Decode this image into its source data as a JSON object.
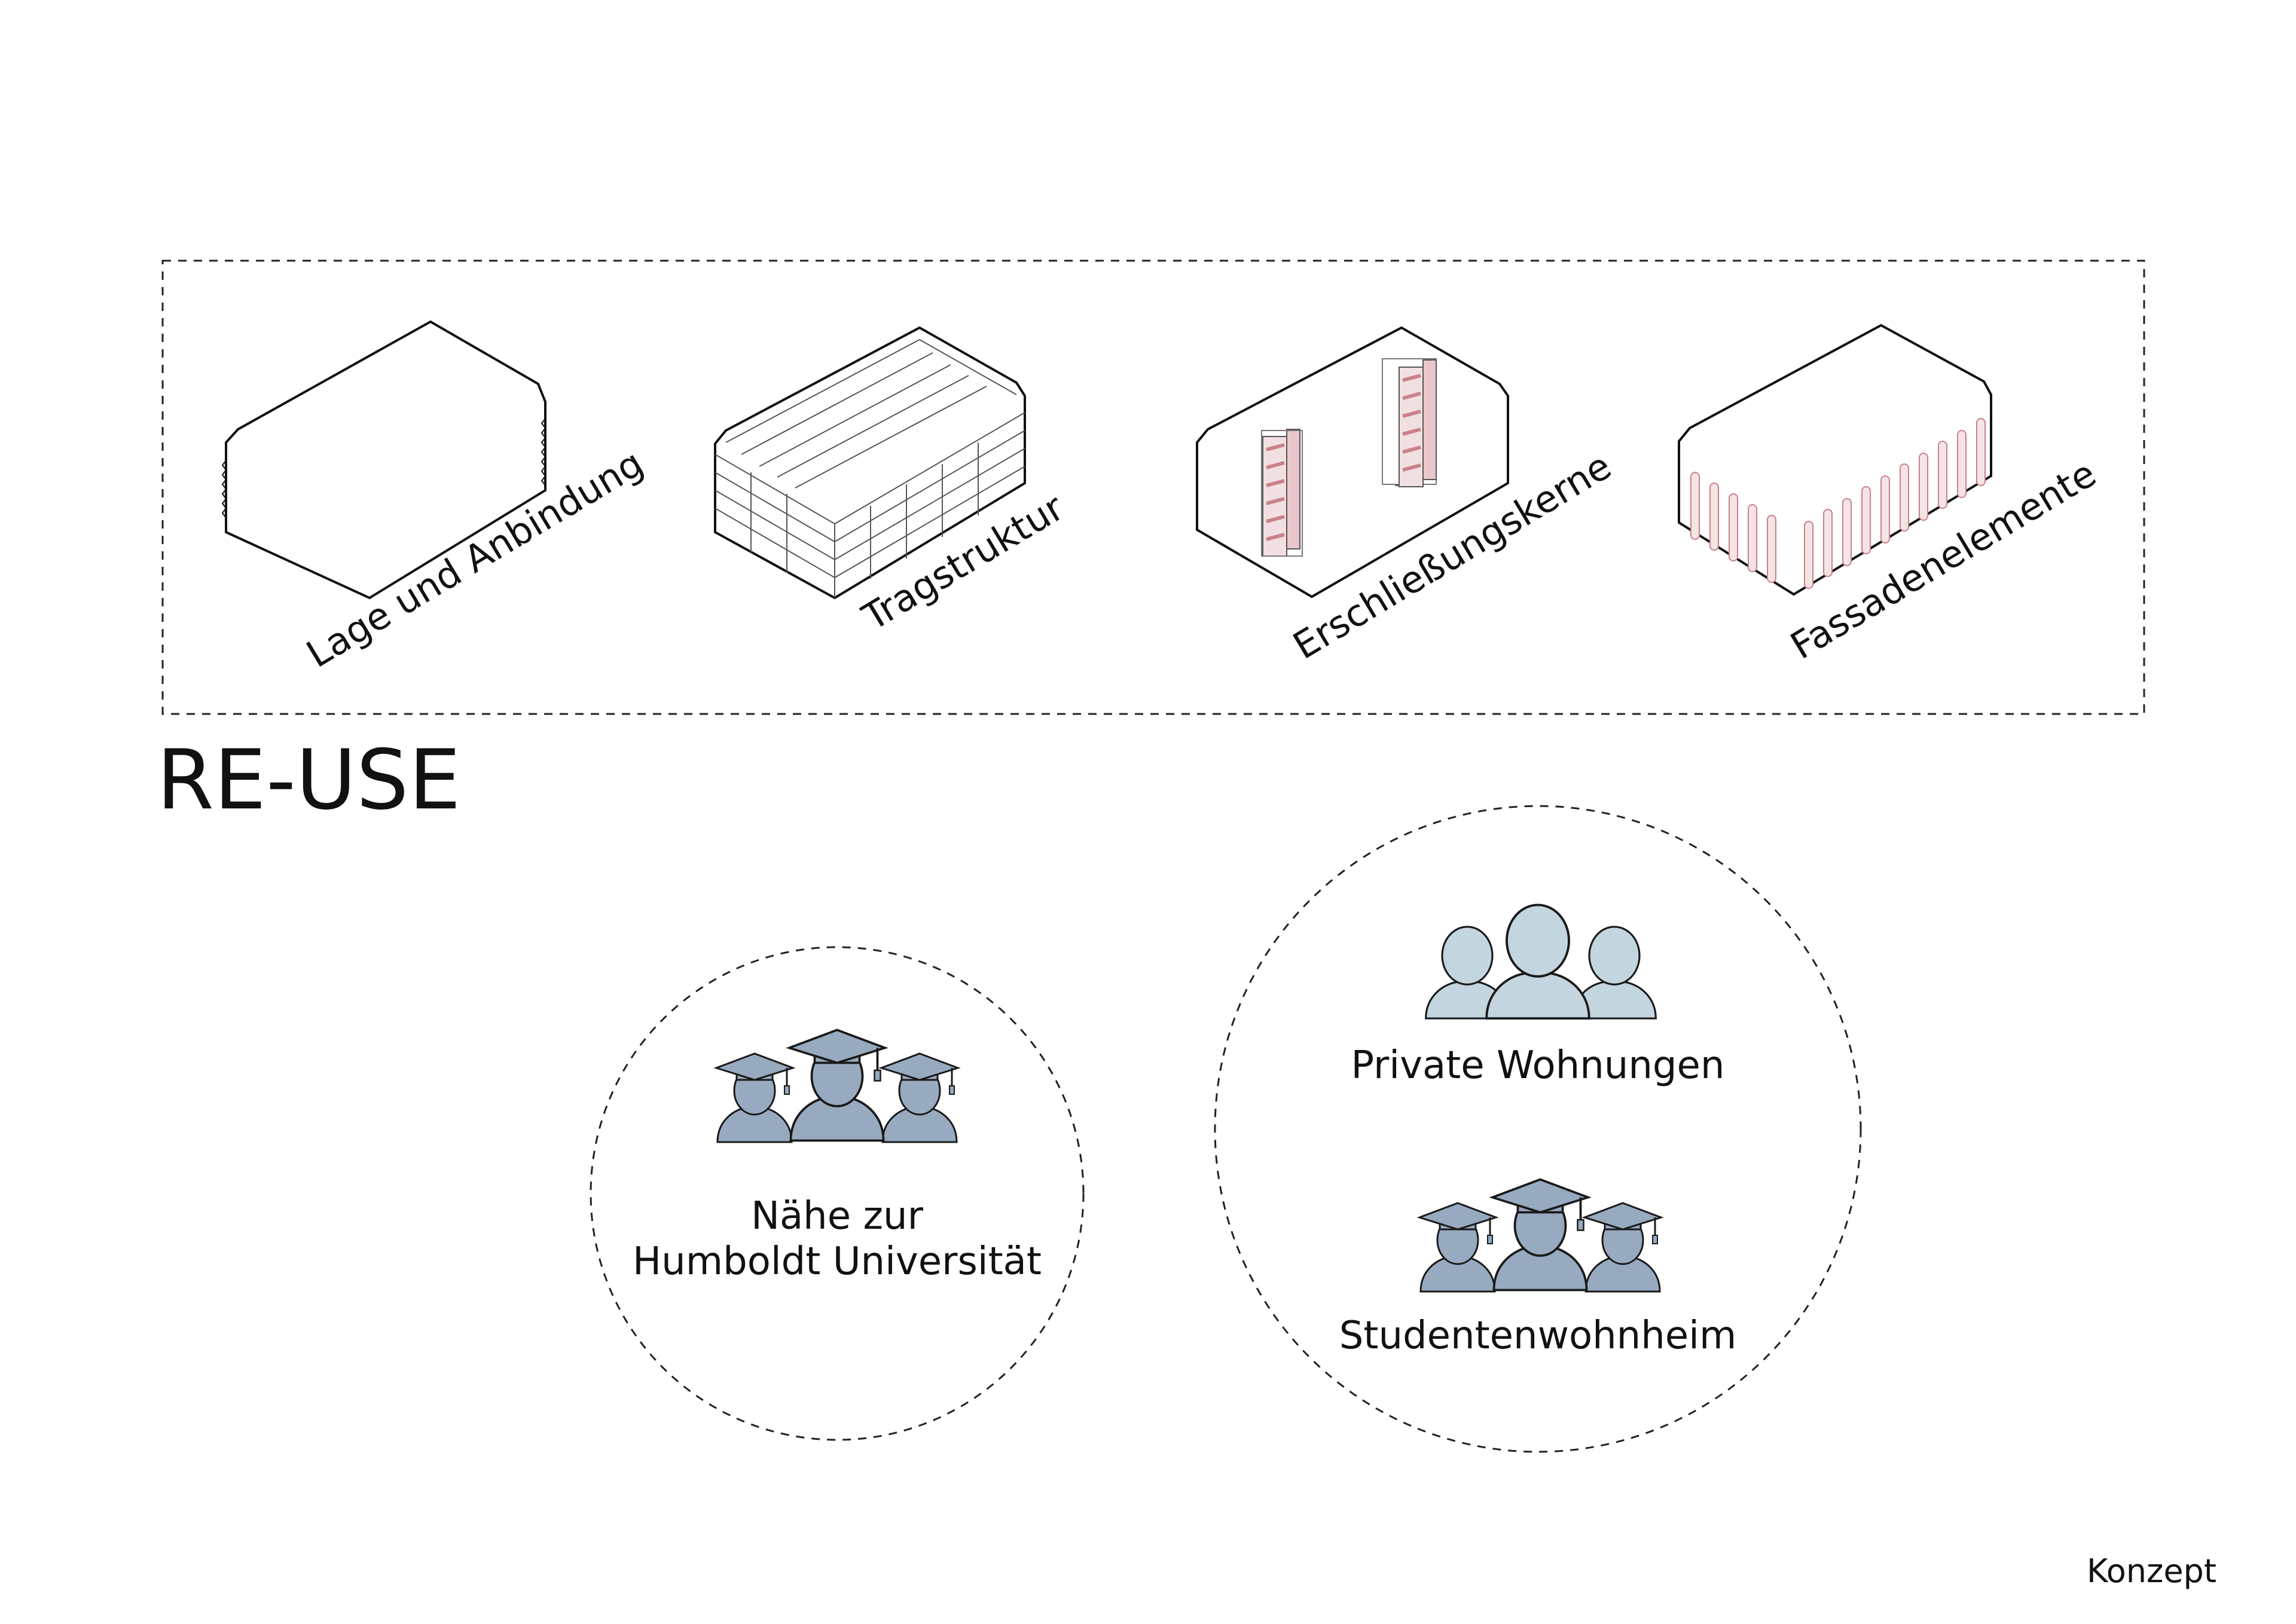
{
  "title": "RE-USE",
  "footer": "Konzept",
  "elements": [
    {
      "label": "Lage und Anbindung"
    },
    {
      "label": "Tragstruktur"
    },
    {
      "label": "Erschließungskerne"
    },
    {
      "label": "Fassadenelemente"
    }
  ],
  "groups": {
    "left": {
      "line1": "Nähe zur",
      "line2": "Humboldt Universität",
      "icon": "graduates-icon"
    },
    "right": {
      "upper": {
        "label": "Private Wohnungen",
        "icon": "people-group-icon"
      },
      "lower": {
        "label": "Studentenwohnheim",
        "icon": "graduates-icon"
      }
    }
  },
  "colors": {
    "graduate": "#97aac0",
    "people": "#c3d5de",
    "accent": "#c9818a",
    "line": "#111111"
  }
}
